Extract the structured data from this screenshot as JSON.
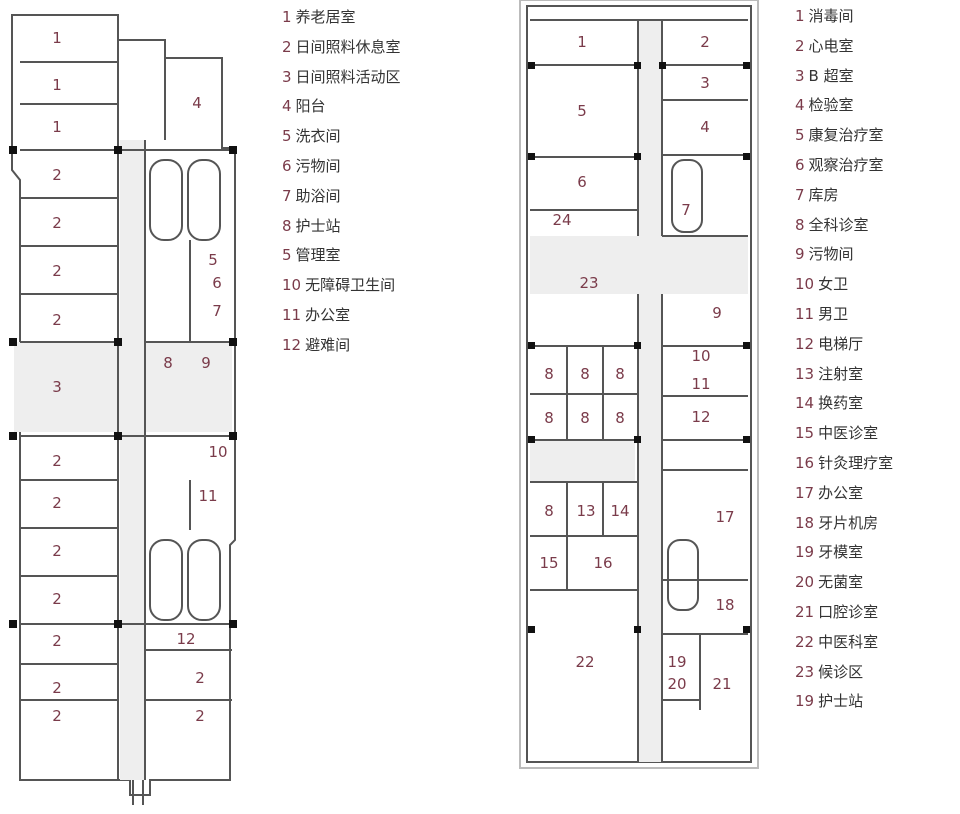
{
  "left_plan": {
    "rooms": [
      "1",
      "1",
      "1",
      "4",
      "2",
      "2",
      "2",
      "2",
      "3",
      "5",
      "6",
      "7",
      "8",
      "9",
      "10",
      "2",
      "2",
      "11",
      "2",
      "2",
      "12",
      "2",
      "2",
      "2",
      "2",
      "2"
    ],
    "legend": [
      {
        "n": "1",
        "t": "养老居室"
      },
      {
        "n": "2",
        "t": "日间照料休息室"
      },
      {
        "n": "3",
        "t": "日间照料活动区"
      },
      {
        "n": "4",
        "t": "阳台"
      },
      {
        "n": "5",
        "t": "洗衣间"
      },
      {
        "n": "6",
        "t": "污物间"
      },
      {
        "n": "7",
        "t": "助浴间"
      },
      {
        "n": "8",
        "t": "护士站"
      },
      {
        "n": "5",
        "t": "管理室"
      },
      {
        "n": "10",
        "t": "无障碍卫生间"
      },
      {
        "n": "11",
        "t": "办公室"
      },
      {
        "n": "12",
        "t": "避难间"
      }
    ]
  },
  "right_plan": {
    "rooms": [
      "1",
      "2",
      "3",
      "4",
      "5",
      "6",
      "7",
      "24",
      "23",
      "9",
      "10",
      "11",
      "8",
      "8",
      "8",
      "8",
      "8",
      "8",
      "12",
      "17",
      "8",
      "13",
      "14",
      "15",
      "16",
      "18",
      "22",
      "19",
      "20",
      "21"
    ],
    "legend": [
      {
        "n": "1",
        "t": "消毒间"
      },
      {
        "n": "2",
        "t": "心电室"
      },
      {
        "n": "3",
        "t": "B 超室"
      },
      {
        "n": "4",
        "t": "检验室"
      },
      {
        "n": "5",
        "t": "康复治疗室"
      },
      {
        "n": "6",
        "t": "观察治疗室"
      },
      {
        "n": "7",
        "t": "库房"
      },
      {
        "n": "8",
        "t": "全科诊室"
      },
      {
        "n": "9",
        "t": "污物间"
      },
      {
        "n": "10",
        "t": "女卫"
      },
      {
        "n": "11",
        "t": "男卫"
      },
      {
        "n": "12",
        "t": "电梯厅"
      },
      {
        "n": "13",
        "t": "注射室"
      },
      {
        "n": "14",
        "t": "换药室"
      },
      {
        "n": "15",
        "t": "中医诊室"
      },
      {
        "n": "16",
        "t": "针灸理疗室"
      },
      {
        "n": "17",
        "t": "办公室"
      },
      {
        "n": "18",
        "t": "牙片机房"
      },
      {
        "n": "19",
        "t": "牙模室"
      },
      {
        "n": "20",
        "t": "无菌室"
      },
      {
        "n": "21",
        "t": "口腔诊室"
      },
      {
        "n": "22",
        "t": "中医科室"
      },
      {
        "n": "23",
        "t": "候诊区"
      },
      {
        "n": "19",
        "t": "护士站"
      }
    ]
  }
}
